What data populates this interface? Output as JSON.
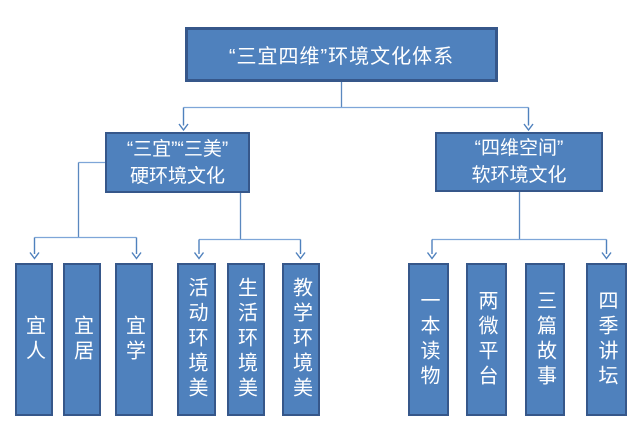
{
  "diagram": {
    "root": {
      "label": "“三宜四维”环境文化体系"
    },
    "level2": {
      "hard": {
        "label": "“三宜”“三美”\n硬环境文化"
      },
      "soft": {
        "label": "“四维空间”\n软环境文化"
      }
    },
    "leaves": {
      "suitable": [
        {
          "label": "宜人"
        },
        {
          "label": "宜居"
        },
        {
          "label": "宜学"
        }
      ],
      "beauty": [
        {
          "label": "活动环境美"
        },
        {
          "label": "生活环境美"
        },
        {
          "label": "教学环境美"
        }
      ],
      "soft_space": [
        {
          "label": "一本读物"
        },
        {
          "label": "两微平台"
        },
        {
          "label": "三篇故事"
        },
        {
          "label": "四季讲坛"
        }
      ]
    },
    "colors": {
      "box_fill": "#4f81bd",
      "box_border": "#36578a",
      "connector_line": "#7ea6d8",
      "arrowhead": "#4f81bd",
      "text": "#ffffff",
      "background": "#ffffff"
    }
  }
}
